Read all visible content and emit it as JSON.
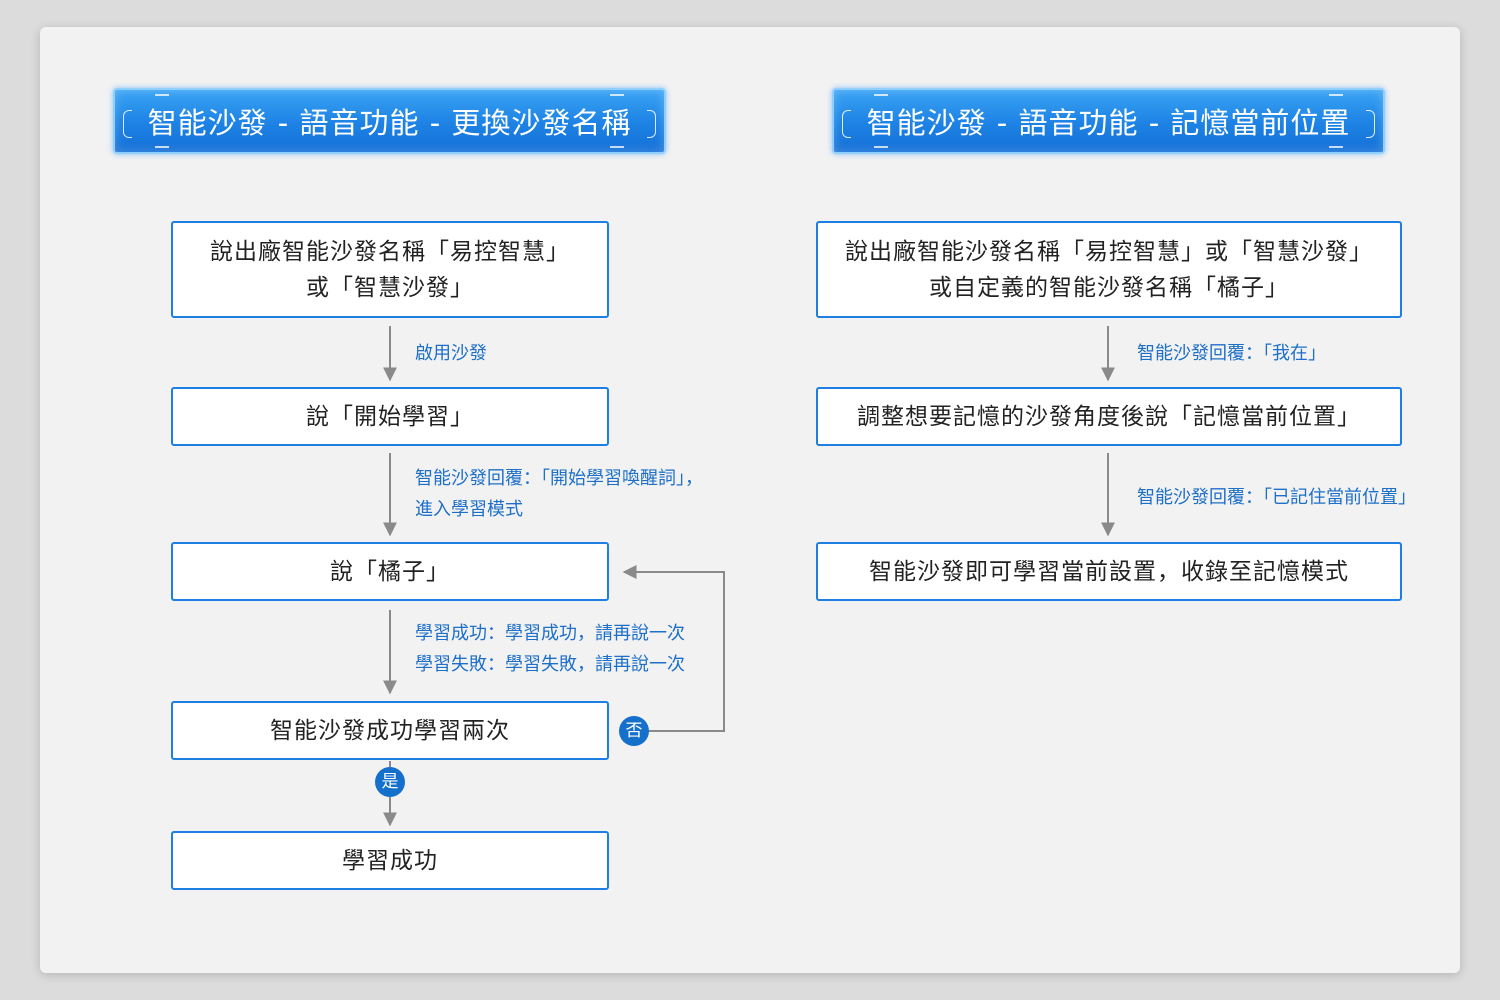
{
  "left": {
    "title": "智能沙發 - 語音功能 - 更換沙發名稱",
    "steps": [
      {
        "line1": "說出廠智能沙發名稱「易控智慧」",
        "line2": "或「智慧沙發」"
      },
      {
        "line1": "說「開始學習」"
      },
      {
        "line1": "說「橘子」"
      },
      {
        "line1": "智能沙發成功學習兩次"
      },
      {
        "line1": "學習成功"
      }
    ],
    "edges": {
      "e1": {
        "line1": "啟用沙發"
      },
      "e2": {
        "line1": "智能沙發回覆：「開始學習喚醒詞」，",
        "line2": "進入學習模式"
      },
      "e3": {
        "line1": "學習成功：學習成功，請再說一次",
        "line2": "學習失敗：學習失敗，請再說一次"
      }
    },
    "yes": "是",
    "no": "否"
  },
  "right": {
    "title": "智能沙發 - 語音功能 - 記憶當前位置",
    "steps": [
      {
        "line1": "說出廠智能沙發名稱「易控智慧」或「智慧沙發」",
        "line2": "或自定義的智能沙發名稱「橘子」"
      },
      {
        "line1": "調整想要記憶的沙發角度後說「記憶當前位置」"
      },
      {
        "line1": "智能沙發即可學習當前設置，收錄至記憶模式"
      }
    ],
    "edges": {
      "e1": {
        "line1": "智能沙發回覆：「我在」"
      },
      "e2": {
        "line1": "智能沙發回覆：「已記住當前位置」"
      }
    }
  },
  "colors": {
    "accent": "#1d7fe3",
    "label": "#1d6fc8",
    "badge": "#1570cc",
    "connector": "#8a8a8a"
  }
}
